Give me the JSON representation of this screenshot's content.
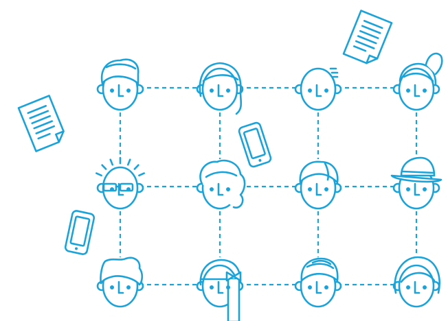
{
  "colors": {
    "line": "#1aa3d9",
    "background": "#ffffff"
  },
  "grid": {
    "rows": 3,
    "columns": 4
  },
  "people": [
    {
      "row": 0,
      "col": 0,
      "icon": "person-quiff-hair-icon"
    },
    {
      "row": 0,
      "col": 1,
      "icon": "person-bob-hair-icon"
    },
    {
      "row": 0,
      "col": 2,
      "icon": "person-bald-icon"
    },
    {
      "row": 0,
      "col": 3,
      "icon": "person-ponytail-icon"
    },
    {
      "row": 1,
      "col": 0,
      "icon": "person-glasses-spiky-icon"
    },
    {
      "row": 1,
      "col": 1,
      "icon": "person-curly-hair-icon"
    },
    {
      "row": 1,
      "col": 2,
      "icon": "person-side-part-icon"
    },
    {
      "row": 1,
      "col": 3,
      "icon": "person-hat-icon"
    },
    {
      "row": 2,
      "col": 0,
      "icon": "person-wavy-hair-icon"
    },
    {
      "row": 2,
      "col": 1,
      "icon": "person-long-hair-bow-icon"
    },
    {
      "row": 2,
      "col": 2,
      "icon": "person-helmet-hair-icon"
    },
    {
      "row": 2,
      "col": 3,
      "icon": "person-round-hair-icon"
    }
  ],
  "decorations": [
    {
      "icon": "document-icon",
      "instance": "top-right"
    },
    {
      "icon": "document-icon",
      "instance": "left"
    },
    {
      "icon": "smartphone-icon",
      "instance": "center"
    },
    {
      "icon": "smartphone-icon",
      "instance": "left"
    }
  ]
}
